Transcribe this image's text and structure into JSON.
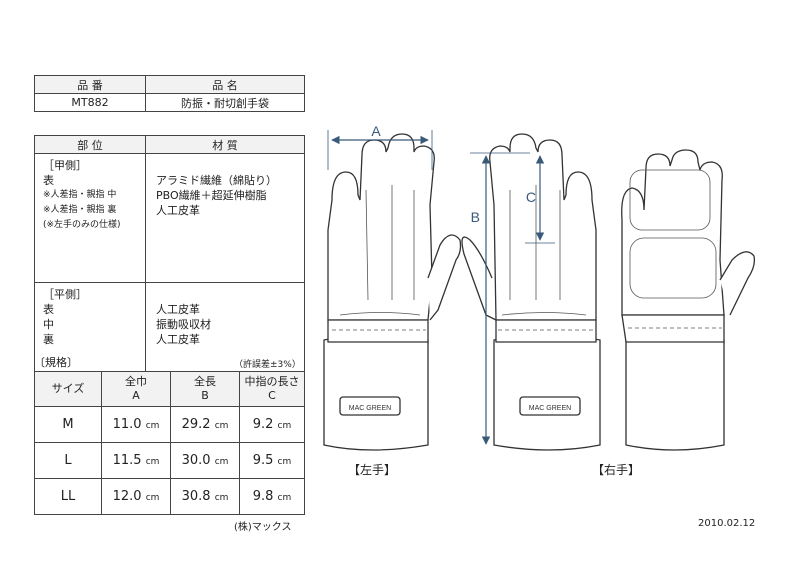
{
  "product": {
    "header_code": "品 番",
    "header_name": "品 名",
    "code": "MT882",
    "name": "防振・耐切創手袋"
  },
  "materials": {
    "header_part": "部 位",
    "header_material": "材 質",
    "back": {
      "section": "［甲側］",
      "parts": [
        "表",
        "※人差指・親指 中",
        "※人差指・親指 裏",
        "(※左手のみの仕様)"
      ],
      "materials": [
        "アラミド繊維（綿貼り）",
        "PBO繊維＋超延伸樹脂",
        "人工皮革"
      ]
    },
    "palm": {
      "section": "［平側］",
      "parts": [
        "表",
        "中",
        "裏"
      ],
      "materials": [
        "人工皮革",
        "振動吸収材",
        "人工皮革"
      ]
    }
  },
  "spec": {
    "title": "〔規格〕",
    "tolerance": "（許誤差±3%）",
    "headers": [
      {
        "top": "サイズ",
        "bottom": ""
      },
      {
        "top": "全巾",
        "bottom": "A"
      },
      {
        "top": "全長",
        "bottom": "B"
      },
      {
        "top": "中指の長さ",
        "bottom": "C"
      }
    ],
    "unit": "cm",
    "rows": [
      {
        "size": "M",
        "a": "11.0",
        "b": "29.2",
        "c": "9.2"
      },
      {
        "size": "L",
        "a": "11.5",
        "b": "30.0",
        "c": "9.5"
      },
      {
        "size": "LL",
        "a": "12.0",
        "b": "30.8",
        "c": "9.8"
      }
    ]
  },
  "company": "(株)マックス",
  "date": "2010.02.12",
  "diagram": {
    "label_a": "A",
    "label_b": "B",
    "label_c": "C",
    "brand": "MAC GREEN",
    "left_caption": "【左手】",
    "right_caption": "【右手】"
  }
}
